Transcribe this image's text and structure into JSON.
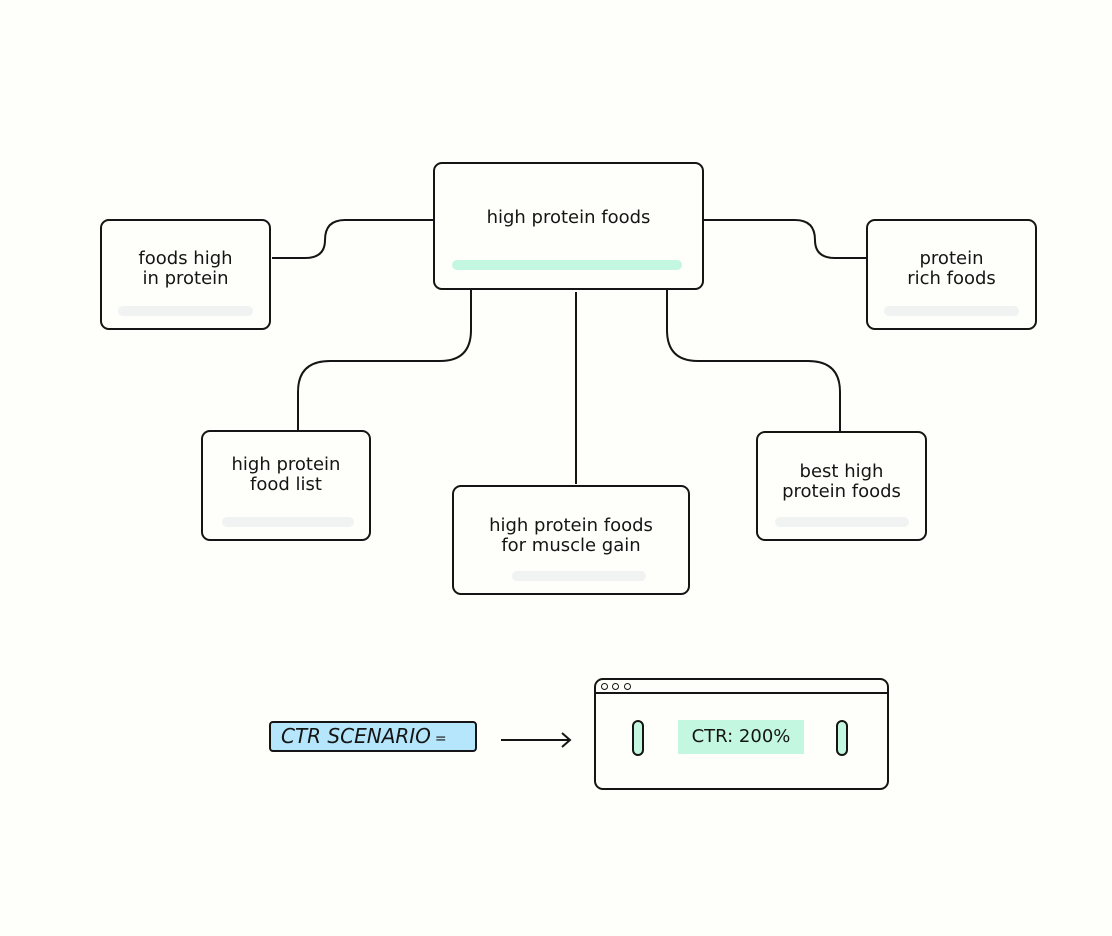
{
  "diagram": {
    "root": {
      "label": "high protein foods"
    },
    "children": [
      {
        "id": "foods-high-in-protein",
        "lines": [
          "foods high",
          "in protein"
        ]
      },
      {
        "id": "protein-rich-foods",
        "lines": [
          "protein",
          "rich foods"
        ]
      },
      {
        "id": "high-protein-food-list",
        "lines": [
          "high protein",
          "food list"
        ]
      },
      {
        "id": "high-protein-foods-for-muscle-gain",
        "lines": [
          "high protein foods",
          "for muscle gain"
        ]
      },
      {
        "id": "best-high-protein-foods",
        "lines": [
          "best high",
          "protein foods"
        ]
      }
    ]
  },
  "scenario": {
    "label": "CTR SCENARIO",
    "equals": "=",
    "result": "CTR: 200%"
  },
  "colors": {
    "accent_green": "#c3f7df",
    "accent_blue": "#b5e6fb",
    "stroke": "#151515"
  }
}
